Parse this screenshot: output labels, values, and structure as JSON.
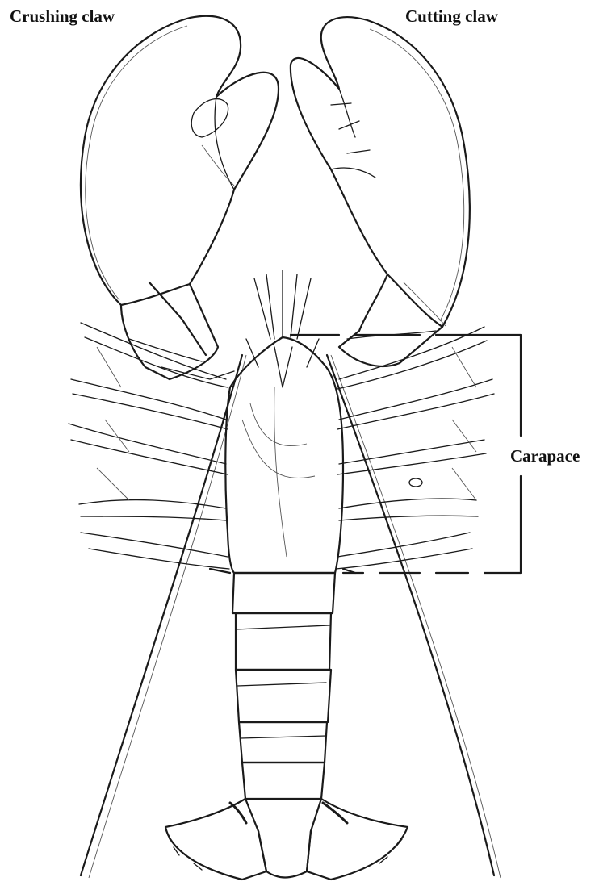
{
  "labels": {
    "crushing_claw": "Crushing claw",
    "cutting_claw": "Cutting claw",
    "carapace": "Carapace"
  },
  "colors": {
    "ink": "#1a1a1a",
    "background": "#ffffff"
  }
}
